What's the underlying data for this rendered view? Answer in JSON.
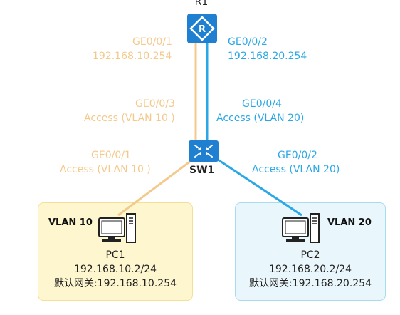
{
  "router": {
    "name": "R1",
    "left_port": {
      "name": "GE0/0/1",
      "ip": "192.168.10.254"
    },
    "right_port": {
      "name": "GE0/0/2",
      "ip": "192.168.20.254"
    }
  },
  "switch": {
    "name": "SW1",
    "uplink_left": {
      "name": "GE0/0/3",
      "mode": "Access (VLAN 10 )"
    },
    "uplink_right": {
      "name": "GE0/0/4",
      "mode": "Access (VLAN 20)"
    },
    "down_left": {
      "name": "GE0/0/1",
      "mode": "Access (VLAN 10 )"
    },
    "down_right": {
      "name": "GE0/0/2",
      "mode": "Access (VLAN 20)"
    }
  },
  "pc1": {
    "vlan": "VLAN 10",
    "name": "PC1",
    "ip": "192.168.10.2/24",
    "gateway": "默认网关:192.168.10.254"
  },
  "pc2": {
    "vlan": "VLAN 20",
    "name": "PC2",
    "ip": "192.168.20.2/24",
    "gateway": "默认网关:192.168.20.254"
  },
  "colors": {
    "vlan10": "#f4c98c",
    "vlan20": "#2aa8e6",
    "device": "#1f7fd0"
  }
}
